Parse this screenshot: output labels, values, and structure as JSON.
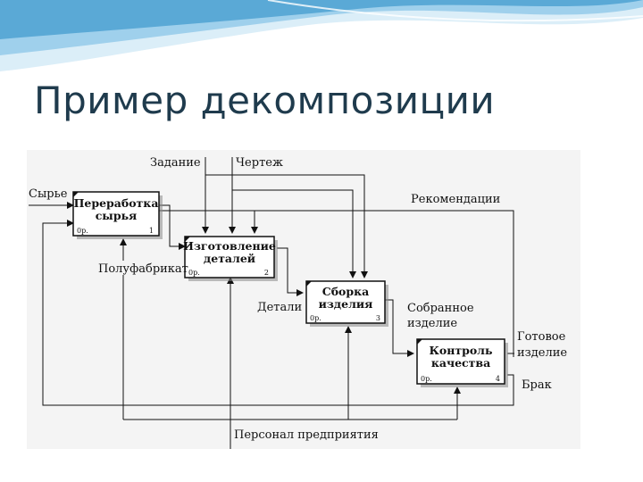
{
  "slide": {
    "title": "Пример декомпозиции"
  },
  "diagram": {
    "boxes": [
      {
        "line1": "Переработка",
        "line2": "сырья",
        "cost": "0р.",
        "number": "1"
      },
      {
        "line1": "Изготовление",
        "line2": "деталей",
        "cost": "0р.",
        "number": "2"
      },
      {
        "line1": "Сборка",
        "line2": "изделия",
        "cost": "0р.",
        "number": "3"
      },
      {
        "line1": "Контроль",
        "line2": "качества",
        "cost": "0р.",
        "number": "4"
      }
    ],
    "arrows": {
      "input": "Сырье",
      "control1": "Задание",
      "control2": "Чертеж",
      "recommendations": "Рекомендации",
      "semi": "Полуфабрикат",
      "details": "Детали",
      "assembled1": "Собранное",
      "assembled2": "изделие",
      "finished1": "Готовое",
      "finished2": "изделие",
      "defect": "Брак",
      "personnel": "Персонал предприятия"
    }
  },
  "colors": {
    "wave_light": "#cfe6f4",
    "wave_mid": "#8ec5e6",
    "wave_dark": "#4f9fd0",
    "title": "#1f3b4d"
  }
}
